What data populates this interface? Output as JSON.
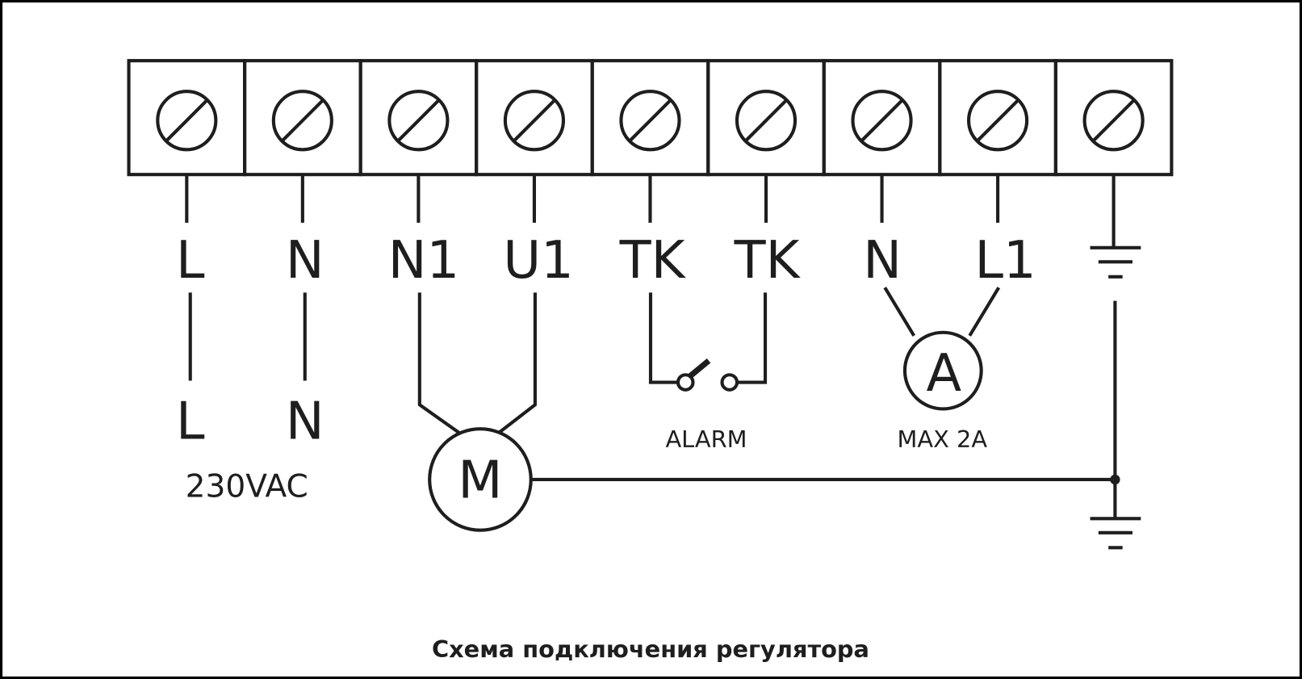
{
  "terminals": [
    "L",
    "N",
    "N1",
    "U1",
    "TK",
    "TK",
    "N",
    "L1",
    "ground"
  ],
  "supply": {
    "l_label": "L",
    "n_label": "N",
    "voltage_label": "230VAC"
  },
  "motor": {
    "label": "M"
  },
  "alarm": {
    "label": "ALARM"
  },
  "ammeter": {
    "label": "A",
    "rating": "MAX 2A"
  },
  "caption": "Схема подключения регулятора",
  "colors": {
    "line": "#1e1e1e",
    "background": "#ffffff"
  }
}
